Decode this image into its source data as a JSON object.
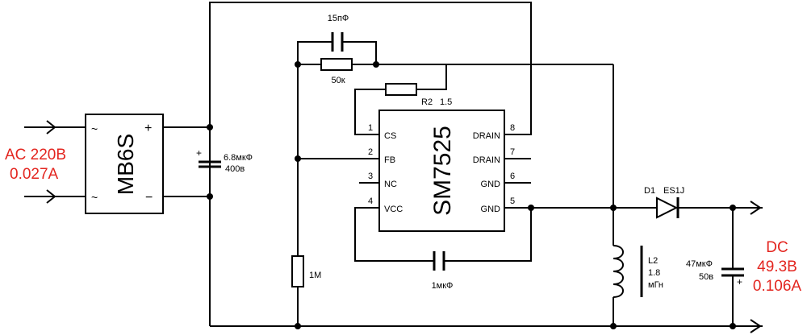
{
  "input": {
    "voltage": "AC 220B",
    "current": "0.027A"
  },
  "output": {
    "label": "DC",
    "voltage": "49.3B",
    "current": "0.106A"
  },
  "bridge": {
    "name": "MB6S",
    "ac_sym1": "~",
    "ac_sym2": "~",
    "plus": "+",
    "minus": "−"
  },
  "ic": {
    "name": "SM7525",
    "pins_left": [
      {
        "num": "1",
        "name": "CS"
      },
      {
        "num": "2",
        "name": "FB"
      },
      {
        "num": "3",
        "name": "NC"
      },
      {
        "num": "4",
        "name": "VCC"
      }
    ],
    "pins_right": [
      {
        "num": "8",
        "name": "DRAIN"
      },
      {
        "num": "7",
        "name": "DRAIN"
      },
      {
        "num": "6",
        "name": "GND"
      },
      {
        "num": "5",
        "name": "GND"
      }
    ]
  },
  "components": {
    "c_bulk": {
      "value": "6.8мкФ",
      "voltage": "400в",
      "polarity": "+"
    },
    "c_feedback": {
      "value": "15пФ"
    },
    "r_feedback": {
      "value": "50к"
    },
    "r2": {
      "ref": "R2",
      "value": "1.5"
    },
    "r_bottom": {
      "value": "1M"
    },
    "c_vcc": {
      "value": "1мкФ"
    },
    "diode": {
      "ref": "D1",
      "part": "ES1J"
    },
    "inductor": {
      "ref": "L2",
      "value": "1.8",
      "unit": "мГн"
    },
    "c_out": {
      "value": "47мкФ",
      "voltage": "50в",
      "polarity": "+"
    }
  },
  "colors": {
    "wire": "#000000",
    "annotation": "#e3251f"
  }
}
